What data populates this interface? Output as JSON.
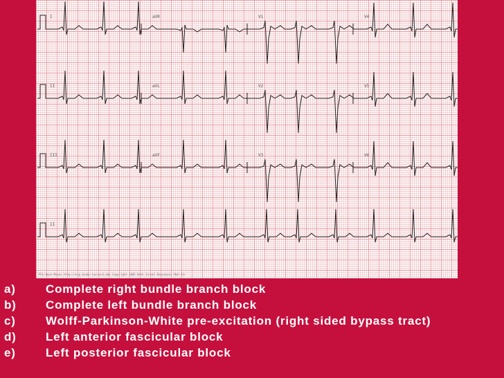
{
  "ecg": {
    "rows": [
      {
        "leads": [
          "I",
          "aVR",
          "V1",
          "V4"
        ]
      },
      {
        "leads": [
          "II",
          "aVL",
          "V2",
          "V5"
        ]
      },
      {
        "leads": [
          "III",
          "aVF",
          "V3",
          "V6"
        ]
      },
      {
        "leads": [
          "II"
        ]
      }
    ],
    "footer": "PCG Wave-Maven     http://ecg.bidmc.harvard.edu     Copyright 2005 Beth Israel Deaconess Med Ctr"
  },
  "options": [
    {
      "letter": "a)",
      "text": "Complete right bundle branch block"
    },
    {
      "letter": "b)",
      "text": "Complete left bundle branch block"
    },
    {
      "letter": "c)",
      "text": "Wolff-Parkinson-White pre-excitation (right sided bypass tract)"
    },
    {
      "letter": "d)",
      "text": "Left anterior fascicular block"
    },
    {
      "letter": "e)",
      "text": "Left posterior fascicular block"
    }
  ]
}
